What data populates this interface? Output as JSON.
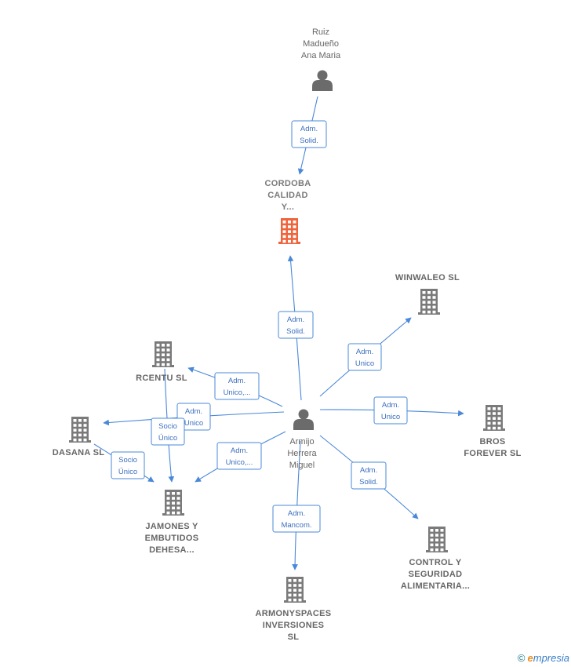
{
  "colors": {
    "edge": "#4a88d8",
    "person_icon": "#6b6b6b",
    "company_icon": "#7a7a7a",
    "main_company_icon": "#f0643c"
  },
  "nodes": [
    {
      "id": "ruiz",
      "type": "person",
      "label": [
        "Ruiz",
        "Madueño",
        "Ana Maria"
      ]
    },
    {
      "id": "cordoba",
      "type": "main-company",
      "label": [
        "CORDOBA",
        "CALIDAD",
        "Y..."
      ]
    },
    {
      "id": "armijo",
      "type": "person",
      "label": [
        "Armijo",
        "Herrera",
        "Miguel"
      ]
    },
    {
      "id": "winwaleo",
      "type": "company",
      "label": [
        "WINWALEO  SL"
      ]
    },
    {
      "id": "rcentu",
      "type": "company",
      "label": [
        "RCENTU  SL"
      ]
    },
    {
      "id": "dasana",
      "type": "company",
      "label": [
        "DASANA SL"
      ]
    },
    {
      "id": "bros",
      "type": "company",
      "label": [
        "BROS",
        "FOREVER  SL"
      ]
    },
    {
      "id": "jamones",
      "type": "company",
      "label": [
        "JAMONES Y",
        "EMBUTIDOS",
        "DEHESA..."
      ]
    },
    {
      "id": "control",
      "type": "company",
      "label": [
        "CONTROL Y",
        "SEGURIDAD",
        "ALIMENTARIA..."
      ]
    },
    {
      "id": "armony",
      "type": "company",
      "label": [
        "ARMONYSPACES",
        "INVERSIONES",
        "SL"
      ]
    }
  ],
  "edges": [
    {
      "from": "ruiz",
      "to": "cordoba",
      "label": [
        "Adm.",
        "Solid."
      ]
    },
    {
      "from": "armijo",
      "to": "cordoba",
      "label": [
        "Adm.",
        "Solid."
      ]
    },
    {
      "from": "armijo",
      "to": "winwaleo",
      "label": [
        "Adm.",
        "Unico"
      ]
    },
    {
      "from": "armijo",
      "to": "rcentu",
      "label": [
        "Adm.",
        "Unico,..."
      ]
    },
    {
      "from": "armijo",
      "to": "dasana",
      "label": [
        "Adm.",
        "Unico"
      ]
    },
    {
      "from": "armijo",
      "to": "bros",
      "label": [
        "Adm.",
        "Unico"
      ]
    },
    {
      "from": "armijo",
      "to": "jamones",
      "label": [
        "Adm.",
        "Unico,..."
      ]
    },
    {
      "from": "armijo",
      "to": "control",
      "label": [
        "Adm.",
        "Solid."
      ]
    },
    {
      "from": "armijo",
      "to": "armony",
      "label": [
        "Adm.",
        "Mancom."
      ]
    },
    {
      "from": "rcentu",
      "to": "jamones",
      "label": [
        "Socio",
        "Único"
      ]
    },
    {
      "from": "dasana",
      "to": "jamones",
      "label": [
        "Socio",
        "Único"
      ]
    }
  ],
  "footer": {
    "copyright": "©",
    "brand_initial": "e",
    "brand_rest": "mpresia"
  }
}
